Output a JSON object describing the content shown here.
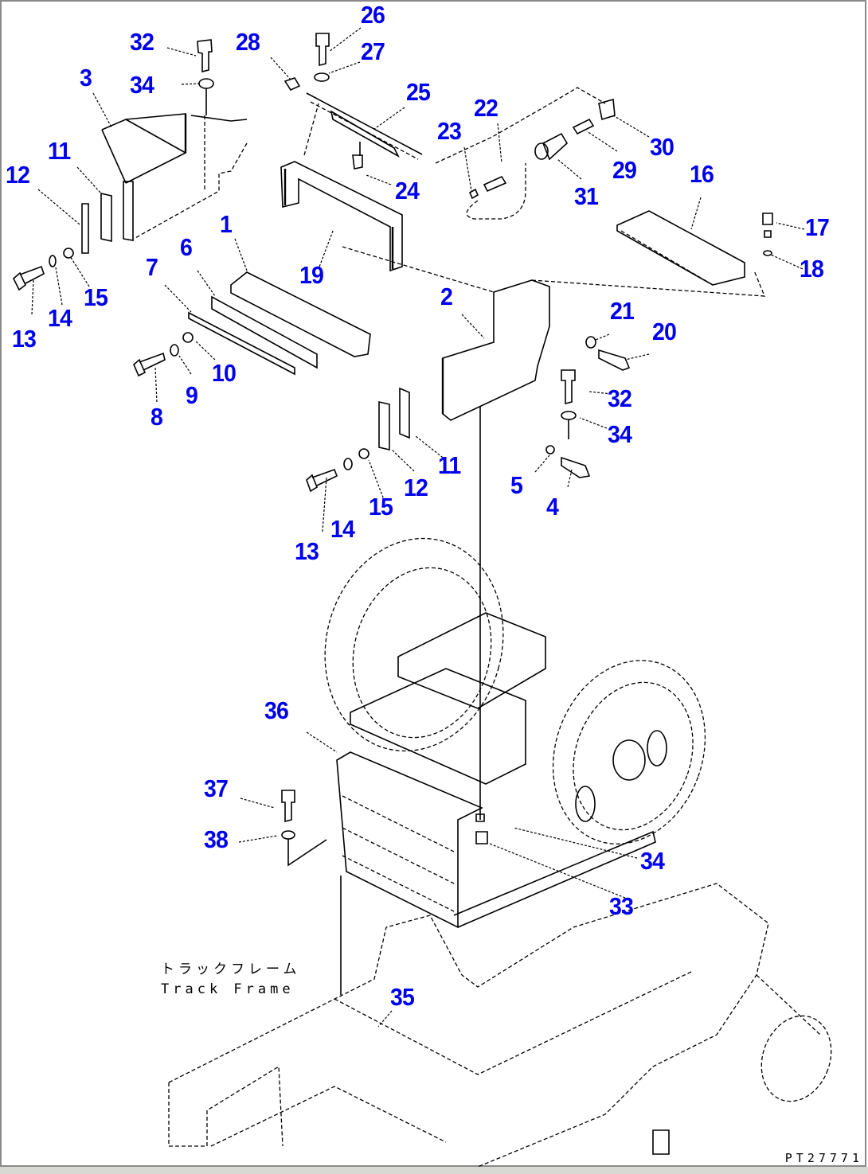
{
  "diagram": {
    "title_jp": "トラックフレーム",
    "title_en": "Track Frame",
    "drawing_code": "PT27771",
    "callout_color": "#0000f0",
    "callouts": [
      {
        "id": "c32a",
        "label": "32"
      },
      {
        "id": "c34a",
        "label": "34"
      },
      {
        "id": "c3",
        "label": "3"
      },
      {
        "id": "c11a",
        "label": "11"
      },
      {
        "id": "c12a",
        "label": "12"
      },
      {
        "id": "c13a",
        "label": "13"
      },
      {
        "id": "c14a",
        "label": "14"
      },
      {
        "id": "c15a",
        "label": "15"
      },
      {
        "id": "c28",
        "label": "28"
      },
      {
        "id": "c26",
        "label": "26"
      },
      {
        "id": "c27",
        "label": "27"
      },
      {
        "id": "c25",
        "label": "25"
      },
      {
        "id": "c24",
        "label": "24"
      },
      {
        "id": "c19",
        "label": "19"
      },
      {
        "id": "c23",
        "label": "23"
      },
      {
        "id": "c22",
        "label": "22"
      },
      {
        "id": "c31",
        "label": "31"
      },
      {
        "id": "c29",
        "label": "29"
      },
      {
        "id": "c30",
        "label": "30"
      },
      {
        "id": "c16",
        "label": "16"
      },
      {
        "id": "c17",
        "label": "17"
      },
      {
        "id": "c18",
        "label": "18"
      },
      {
        "id": "c1",
        "label": "1"
      },
      {
        "id": "c6",
        "label": "6"
      },
      {
        "id": "c7",
        "label": "7"
      },
      {
        "id": "c8",
        "label": "8"
      },
      {
        "id": "c9",
        "label": "9"
      },
      {
        "id": "c10",
        "label": "10"
      },
      {
        "id": "c2",
        "label": "2"
      },
      {
        "id": "c21",
        "label": "21"
      },
      {
        "id": "c20",
        "label": "20"
      },
      {
        "id": "c32b",
        "label": "32"
      },
      {
        "id": "c34b",
        "label": "34"
      },
      {
        "id": "c5",
        "label": "5"
      },
      {
        "id": "c4",
        "label": "4"
      },
      {
        "id": "c11b",
        "label": "11"
      },
      {
        "id": "c12b",
        "label": "12"
      },
      {
        "id": "c15b",
        "label": "15"
      },
      {
        "id": "c14b",
        "label": "14"
      },
      {
        "id": "c13b",
        "label": "13"
      },
      {
        "id": "c36",
        "label": "36"
      },
      {
        "id": "c37",
        "label": "37"
      },
      {
        "id": "c38",
        "label": "38"
      },
      {
        "id": "c34c",
        "label": "34"
      },
      {
        "id": "c33",
        "label": "33"
      },
      {
        "id": "c35",
        "label": "35"
      }
    ]
  }
}
